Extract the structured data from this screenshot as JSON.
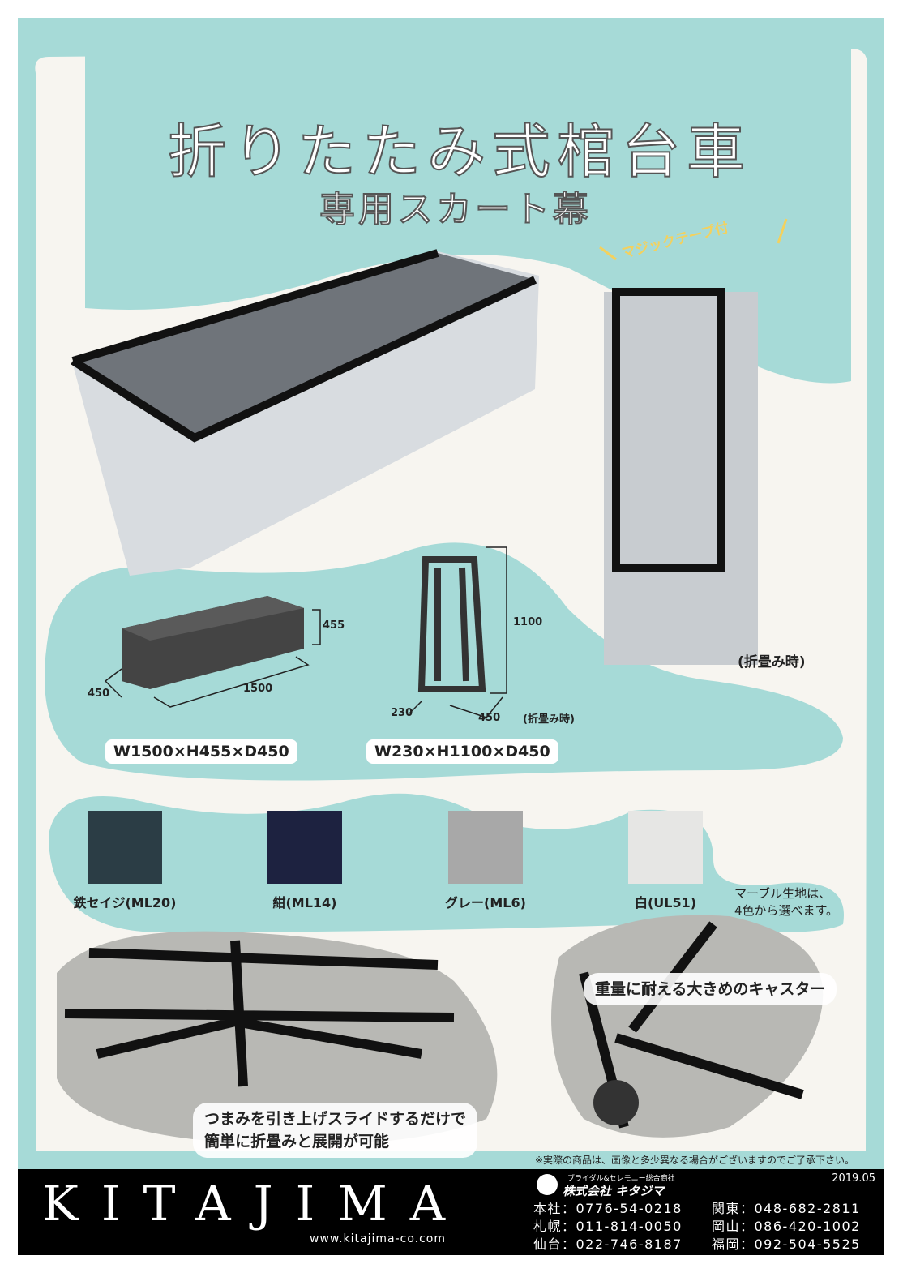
{
  "title": "折りたたみ式棺台車",
  "subtitle": "専用スカート幕",
  "tape_label": "マジックテープ付",
  "folded_label": "(折畳み時)",
  "dimensions_open": {
    "height": "455",
    "depth": "450",
    "width": "1500",
    "summary": "W1500×H455×D450"
  },
  "dimensions_folded": {
    "height": "1100",
    "width": "230",
    "depth": "450",
    "label": "(折畳み時)",
    "summary": "W230×H1100×D450"
  },
  "swatches": [
    {
      "label": "鉄セイジ(ML20)",
      "color": "#2b3d45"
    },
    {
      "label": "紺(ML14)",
      "color": "#1d2240"
    },
    {
      "label": "グレー(ML6)",
      "color": "#a8a8a8"
    },
    {
      "label": "白(UL51)",
      "color": "#e6e6e4"
    }
  ],
  "swatch_note": [
    "マーブル生地は、",
    "4色から選べます。"
  ],
  "caster_callout": "重量に耐える大きめのキャスター",
  "slide_callout": [
    "つまみを引き上げスライドするだけで",
    "簡単に折畳みと展開が可能"
  ],
  "disclaimer": "※実際の商品は、画像と多少異なる場合がございますのでご了承下さい。",
  "footer": {
    "brand": "KITAJIMA",
    "url": "www.kitajima-co.com",
    "company_tagline": "ブライダル&セレモニー総合商社",
    "company_name": "株式会社 キタジマ",
    "date": "2019.05",
    "phones": [
      "本社：0776-54-0218",
      "札幌：011-814-0050",
      "仙台：022-746-8187",
      "関東：048-682-2811",
      "岡山：086-420-1002",
      "福岡：092-504-5525"
    ]
  }
}
